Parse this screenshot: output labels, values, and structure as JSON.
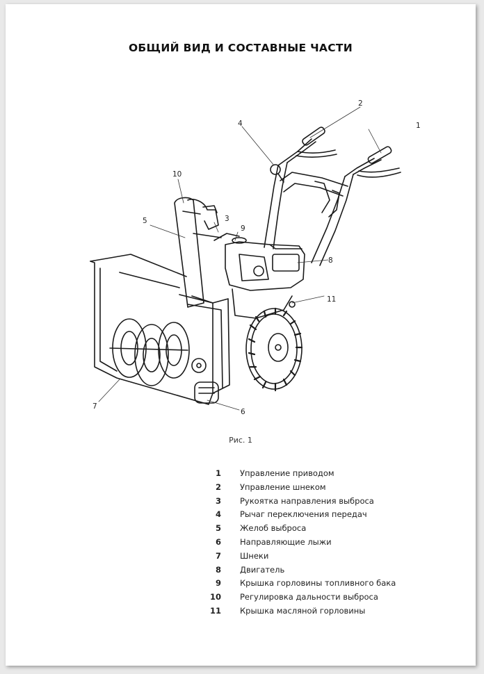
{
  "title": "ОБЩИЙ ВИД И СОСТАВНЫЕ ЧАСТИ",
  "caption": "Рис. 1",
  "callouts": [
    "1",
    "2",
    "3",
    "4",
    "5",
    "6",
    "7",
    "8",
    "9",
    "10",
    "11"
  ],
  "parts": [
    {
      "num": "1",
      "label": "Управление приводом"
    },
    {
      "num": "2",
      "label": "Управление шнеком"
    },
    {
      "num": "3",
      "label": "Рукоятка направления выброса"
    },
    {
      "num": "4",
      "label": "Рычаг переключения передач"
    },
    {
      "num": "5",
      "label": "Желоб выброса"
    },
    {
      "num": "6",
      "label": "Направляющие лыжи"
    },
    {
      "num": "7",
      "label": "Шнеки"
    },
    {
      "num": "8",
      "label": "Двигатель"
    },
    {
      "num": "9",
      "label": "Крышка горловины топливного бака"
    },
    {
      "num": "10",
      "label": "Регулировка дальности выброса"
    },
    {
      "num": "11",
      "label": "Крышка масляной горловины"
    }
  ]
}
